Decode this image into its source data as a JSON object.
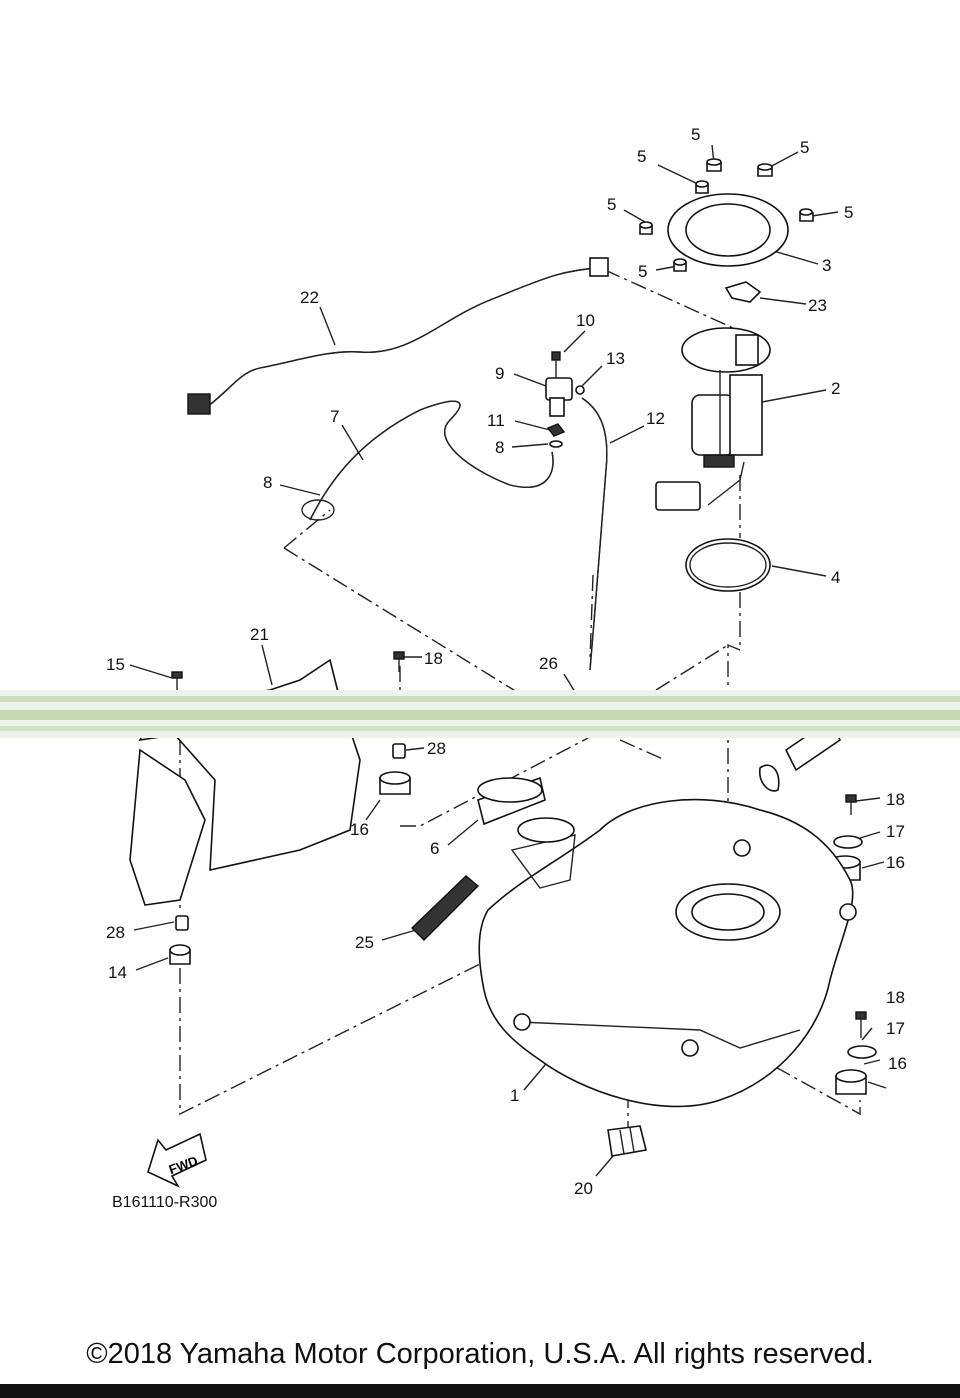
{
  "diagram": {
    "callouts": [
      "5",
      "5",
      "5",
      "5",
      "5",
      "5",
      "3",
      "23",
      "2",
      "22",
      "10",
      "13",
      "9",
      "11",
      "8",
      "12",
      "7",
      "8",
      "4",
      "21",
      "15",
      "18",
      "26",
      "28",
      "16",
      "6",
      "18",
      "17",
      "16",
      "28",
      "25",
      "14",
      "18",
      "17",
      "16",
      "1",
      "20"
    ],
    "fwd_label": "FWD"
  },
  "footer": {
    "code": "B161110-R300",
    "copyright": "©2018 Yamaha Motor Corporation, U.S.A. All rights reserved."
  }
}
